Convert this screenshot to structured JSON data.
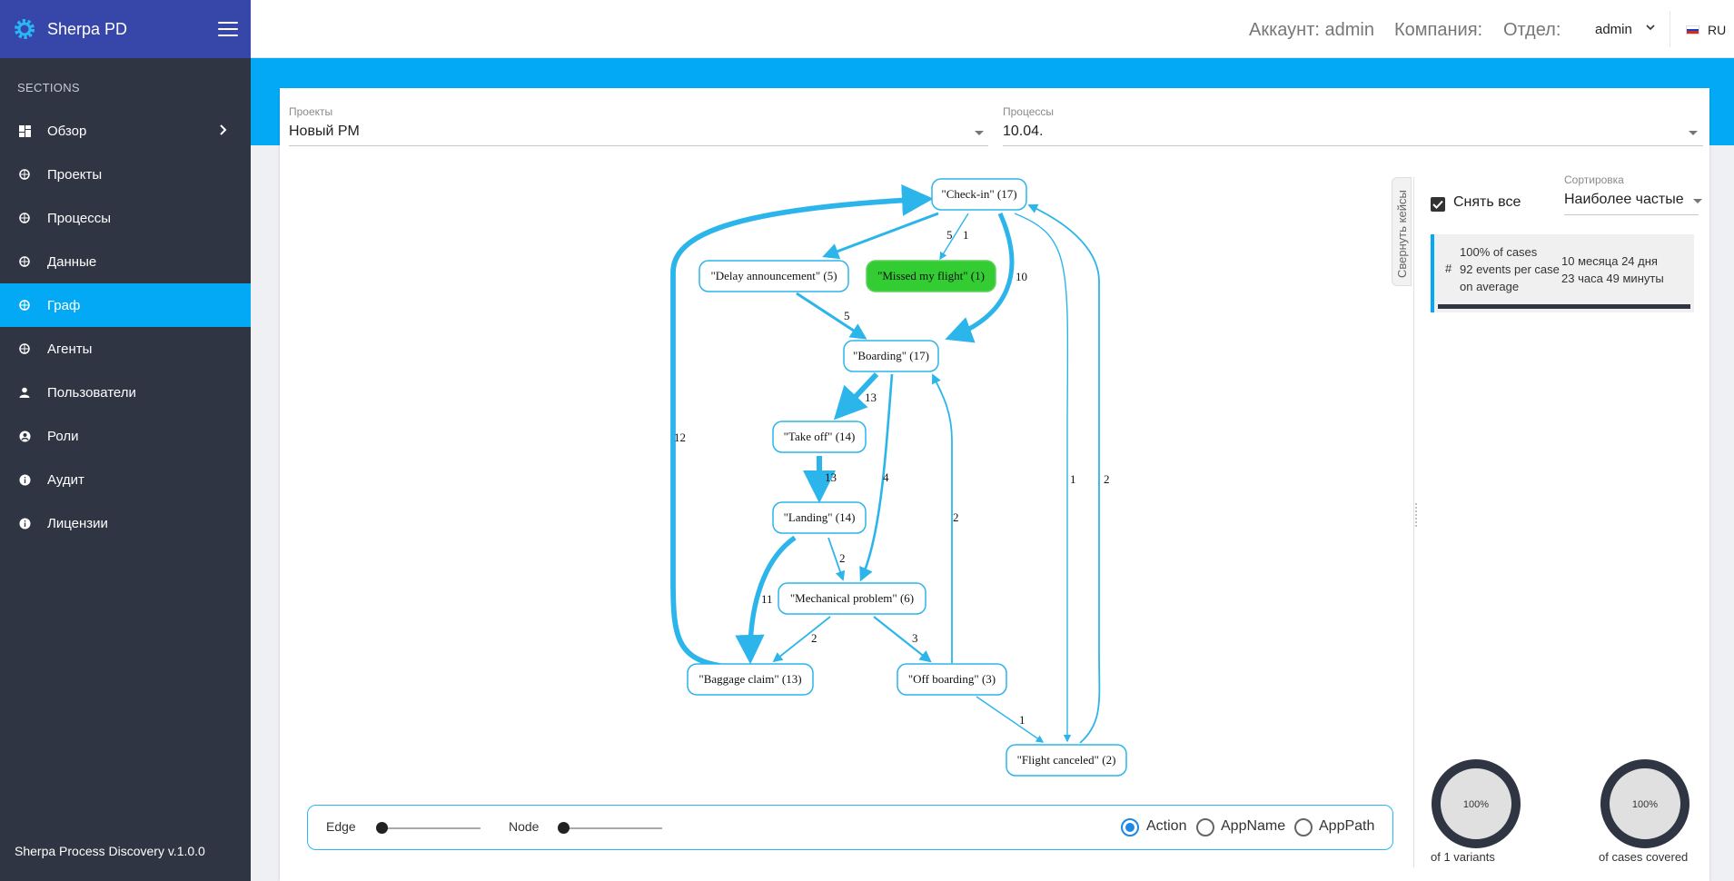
{
  "brand": {
    "name": "Sherpa PD"
  },
  "sidebar": {
    "section_label": "SECTIONS",
    "items": [
      {
        "label": "Обзор",
        "icon": "dashboard-icon",
        "active": false,
        "has_chevron": true
      },
      {
        "label": "Проекты",
        "icon": "globe-icon",
        "active": false
      },
      {
        "label": "Процессы",
        "icon": "globe-icon",
        "active": false
      },
      {
        "label": "Данные",
        "icon": "globe-icon",
        "active": false
      },
      {
        "label": "Граф",
        "icon": "globe-icon",
        "active": true
      },
      {
        "label": "Агенты",
        "icon": "globe-icon",
        "active": false
      },
      {
        "label": "Пользователи",
        "icon": "person-icon",
        "active": false
      },
      {
        "label": "Роли",
        "icon": "user-circle-icon",
        "active": false
      },
      {
        "label": "Аудит",
        "icon": "info-icon",
        "active": false
      },
      {
        "label": "Лицензии",
        "icon": "info-icon",
        "active": false
      }
    ],
    "footer": "Sherpa Process Discovery v.1.0.0"
  },
  "header": {
    "account": "Аккаунт: admin",
    "company": "Компания:",
    "department": "Отдел:",
    "user": "admin",
    "language": "RU"
  },
  "filters": {
    "project_label": "Проекты",
    "project_value": "Новый PM",
    "process_label": "Процессы",
    "process_value": "10.04."
  },
  "graph": {
    "nodes": [
      {
        "id": "checkin",
        "label": "\"Check-in\" (17)",
        "highlight": false
      },
      {
        "id": "delay",
        "label": "\"Delay announcement\" (5)",
        "highlight": false
      },
      {
        "id": "missed",
        "label": "\"Missed my flight\" (1)",
        "highlight": true
      },
      {
        "id": "boarding",
        "label": "\"Boarding\" (17)",
        "highlight": false
      },
      {
        "id": "takeoff",
        "label": "\"Take off\" (14)",
        "highlight": false
      },
      {
        "id": "landing",
        "label": "\"Landing\" (14)",
        "highlight": false
      },
      {
        "id": "mech",
        "label": "\"Mechanical problem\" (6)",
        "highlight": false
      },
      {
        "id": "baggage",
        "label": "\"Baggage claim\" (13)",
        "highlight": false
      },
      {
        "id": "offboarding",
        "label": "\"Off boarding\" (3)",
        "highlight": false
      },
      {
        "id": "canceled",
        "label": "\"Flight canceled\" (2)",
        "highlight": false
      }
    ],
    "edges": [
      {
        "from": "checkin",
        "to": "delay",
        "count": 5
      },
      {
        "from": "checkin",
        "to": "missed",
        "count": 1
      },
      {
        "from": "checkin",
        "to": "boarding",
        "count": 10
      },
      {
        "from": "checkin",
        "to": "canceled",
        "count": 1
      },
      {
        "from": "canceled",
        "to": "checkin",
        "count": 2
      },
      {
        "from": "delay",
        "to": "boarding",
        "count": 5
      },
      {
        "from": "boarding",
        "to": "takeoff",
        "count": 13
      },
      {
        "from": "boarding",
        "to": "mech",
        "count": 4
      },
      {
        "from": "takeoff",
        "to": "landing",
        "count": 13
      },
      {
        "from": "landing",
        "to": "mech",
        "count": 2
      },
      {
        "from": "landing",
        "to": "baggage",
        "count": 11
      },
      {
        "from": "baggage",
        "to": "checkin",
        "count": 12
      },
      {
        "from": "mech",
        "to": "baggage",
        "count": 2
      },
      {
        "from": "mech",
        "to": "offboarding",
        "count": 3
      },
      {
        "from": "offboarding",
        "to": "boarding",
        "count": 2
      },
      {
        "from": "offboarding",
        "to": "canceled",
        "count": 1
      }
    ]
  },
  "controls": {
    "edge_label": "Edge",
    "node_label": "Node",
    "radios": [
      {
        "label": "Action",
        "checked": true
      },
      {
        "label": "AppName",
        "checked": false
      },
      {
        "label": "AppPath",
        "checked": false
      }
    ]
  },
  "panel": {
    "collapse_tab": "Свернуть кейсы",
    "uncheck_all": "Снять все",
    "sort_label": "Сортировка",
    "sort_value": "Наиболее частые",
    "case": {
      "hash": "#",
      "cases_pct": "100% of cases",
      "events_per_case": "92 events per case on average",
      "duration_line1": "10 месяца 24 дня",
      "duration_line2": "23 часа 49 минуты"
    },
    "donuts": [
      {
        "value": "100%",
        "label": "of 1 variants"
      },
      {
        "value": "100%",
        "label": "of cases covered"
      }
    ]
  },
  "colors": {
    "accent": "#03a9f4",
    "brand": "#3747a9",
    "sidebar": "#2f3542",
    "edge": "#2bb5eb",
    "node_highlight": "#33cc33"
  }
}
